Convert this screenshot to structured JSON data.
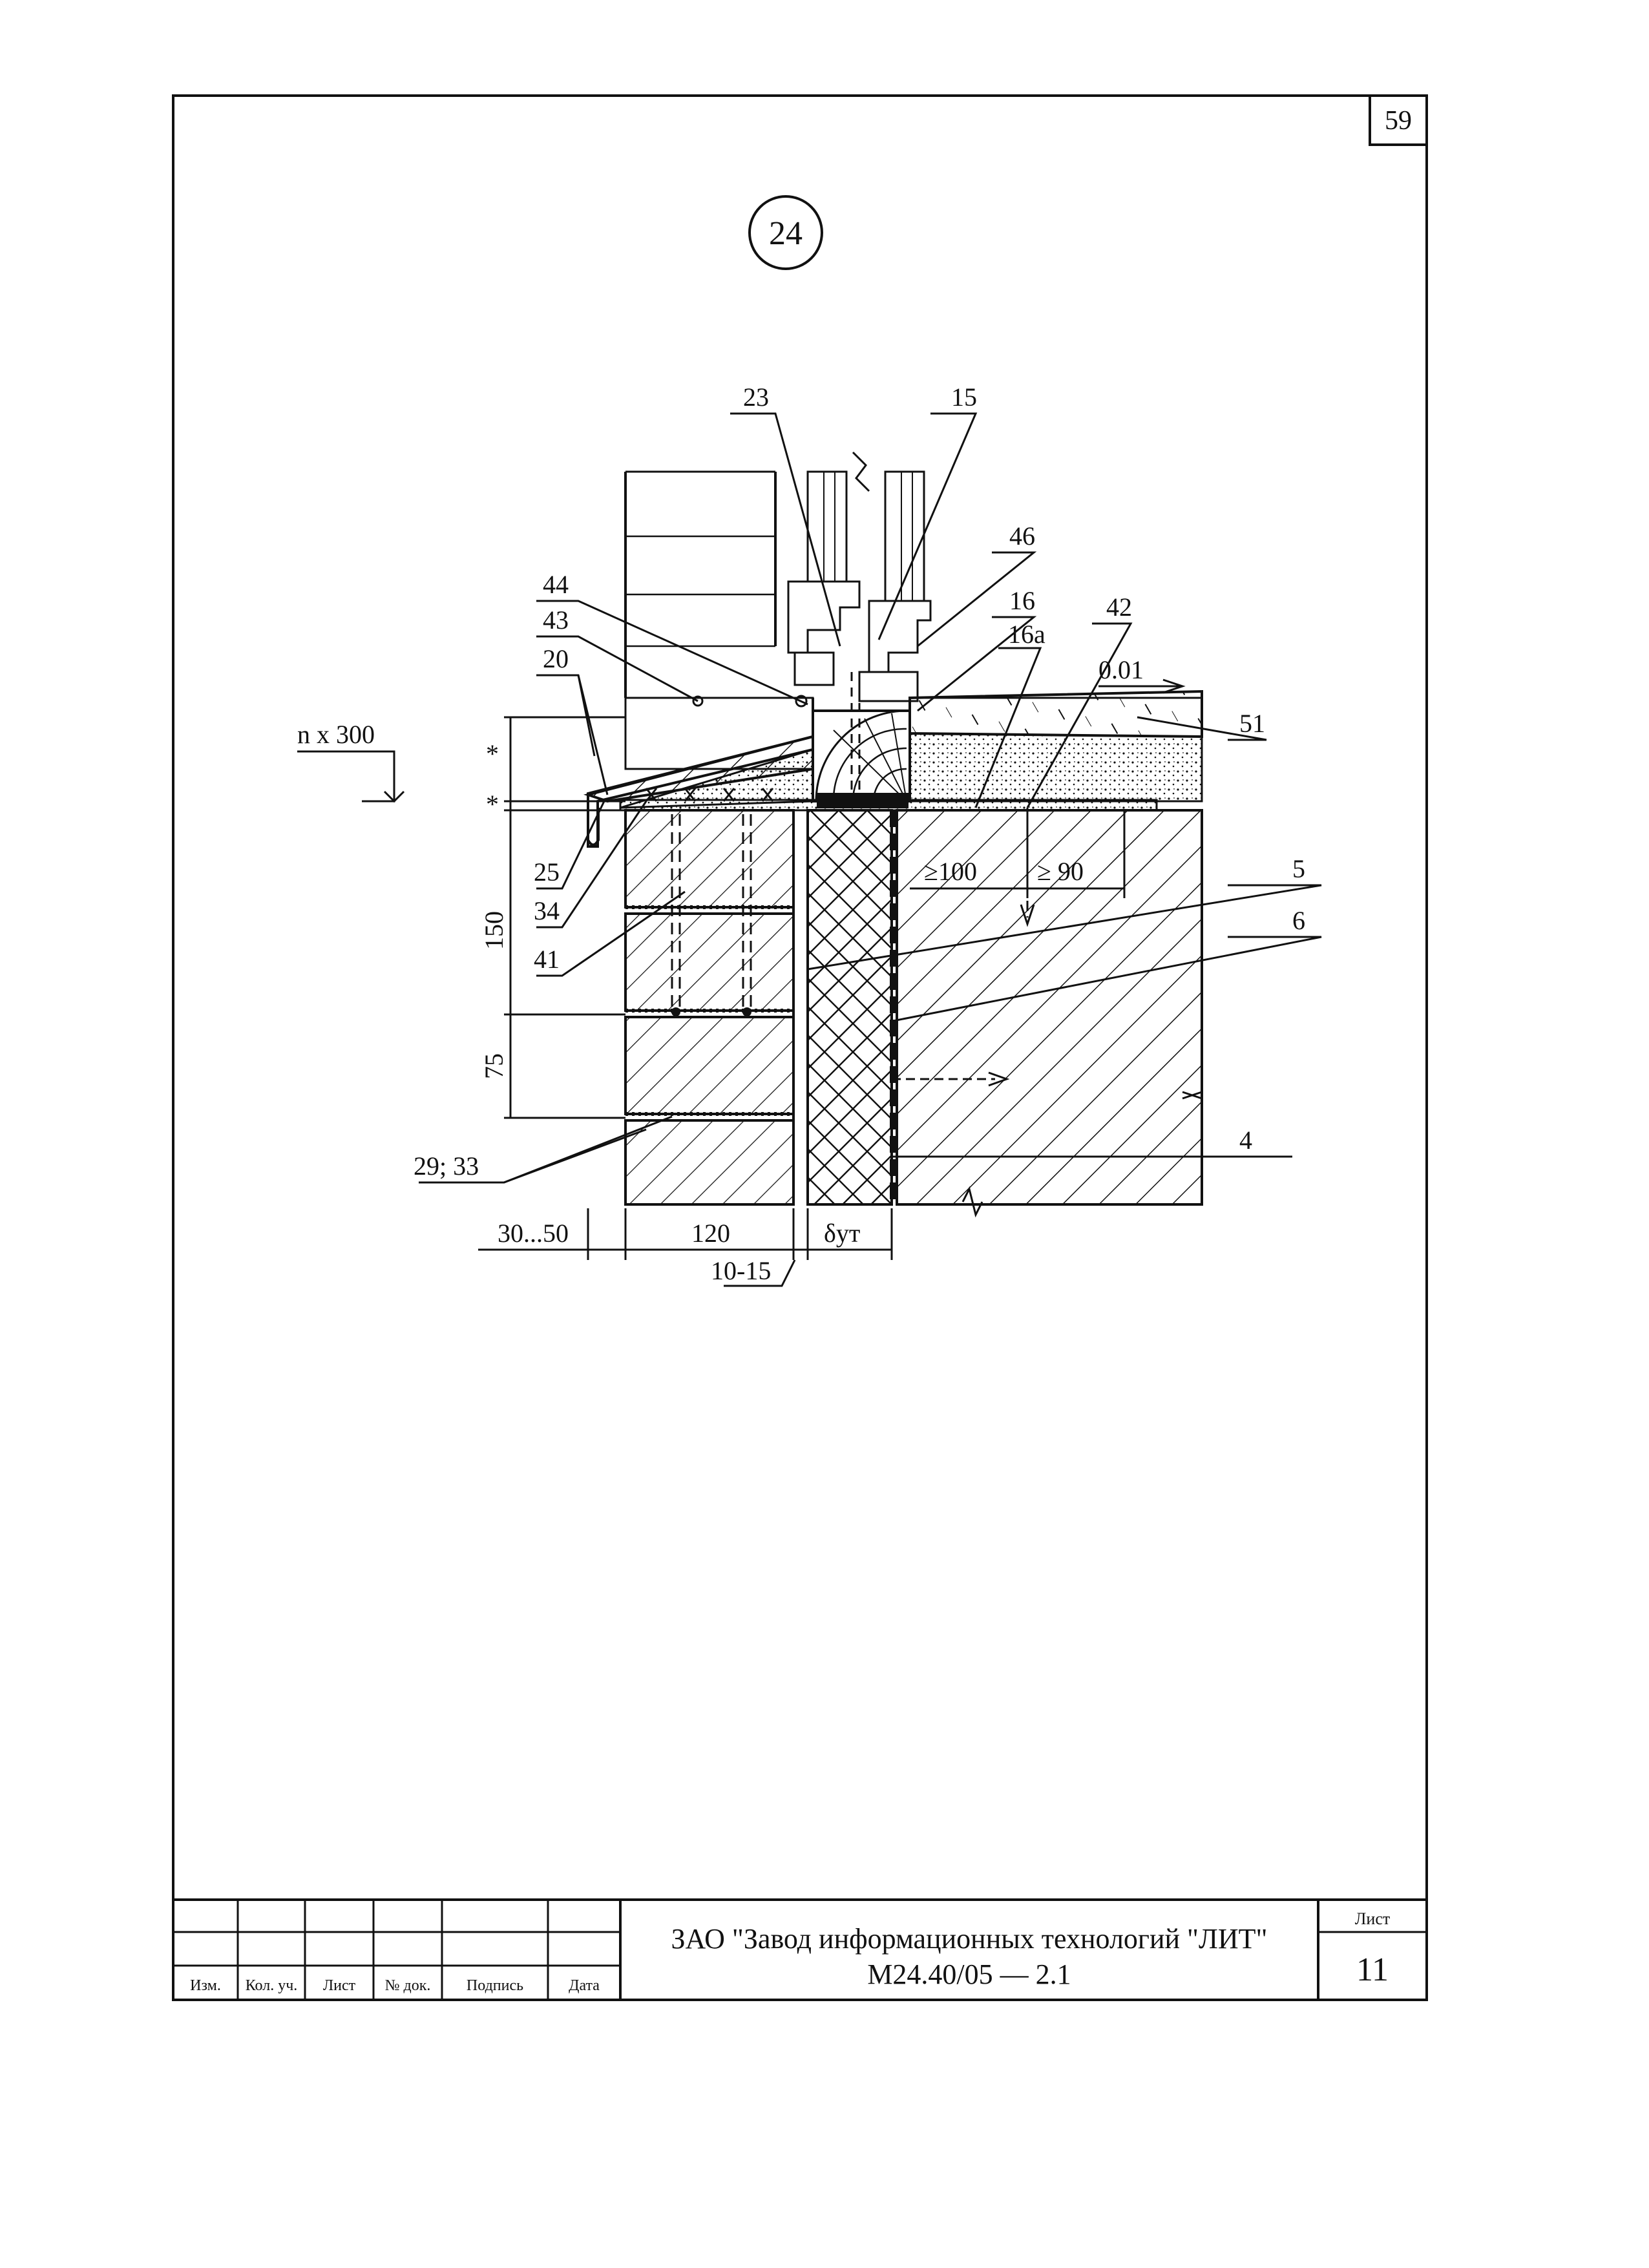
{
  "sheet": {
    "corner_number": "59",
    "detail_number": "24"
  },
  "callouts": {
    "c23": "23",
    "c15": "15",
    "c46": "46",
    "c16": "16",
    "c16a": "16a",
    "c42": "42",
    "c44": "44",
    "c43": "43",
    "c20": "20",
    "c51": "51",
    "c25": "25",
    "c34": "34",
    "c41": "41",
    "c5": "5",
    "c6": "6",
    "c4": "4",
    "c29_33": "29; 33"
  },
  "dimensions": {
    "slope": "0.01",
    "step": "n x 300",
    "star": "*",
    "d150": "150",
    "d75": "75",
    "gte100": "≥100",
    "gte90": "≥ 90",
    "d30_50": "30...50",
    "d120": "120",
    "delta_ut": "δут",
    "d10_15": "10-15"
  },
  "title_block": {
    "col_izm": "Изм.",
    "col_kol": "Кол. уч.",
    "col_list": "Лист",
    "col_doc": "№ док.",
    "col_sign": "Подпись",
    "col_date": "Дата",
    "company": "ЗАО \"Завод информационных технологий \"ЛИТ\"",
    "code": "М24.40/05  — 2.1",
    "sheet_label": "Лист",
    "sheet_number": "11"
  }
}
